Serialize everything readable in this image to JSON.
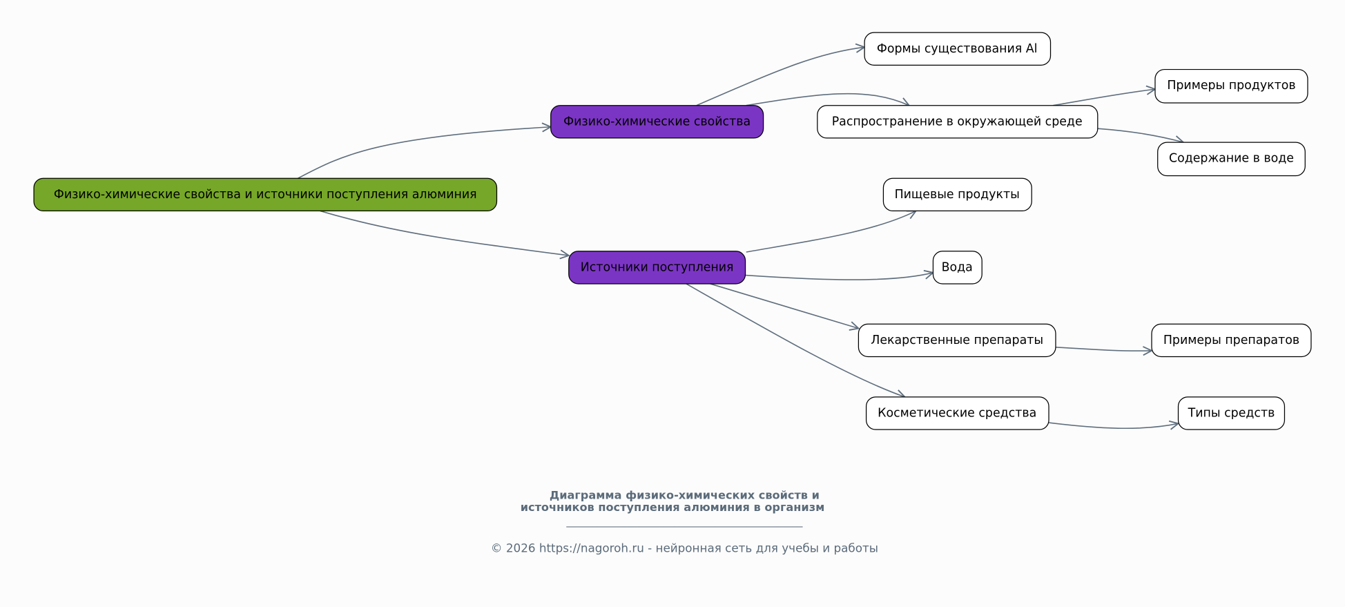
{
  "diagram": {
    "colors": {
      "root": "#76a728",
      "branch": "#7b35c4",
      "leaf": "#ffffff",
      "edge": "#5f6e7d"
    },
    "root": "Физико-химические свойства и источники поступления алюминия",
    "phys": "Физико-химические свойства",
    "sources": "Источники поступления",
    "forms": "Формы существования Al",
    "distribution": "Распространение в окружающей среде",
    "product_examples": "Примеры продуктов",
    "water_content": "Содержание в воде",
    "food": "Пищевые продукты",
    "water": "Вода",
    "drugs": "Лекарственные препараты",
    "drug_examples": "Примеры препаратов",
    "cosmetics": "Косметические средства",
    "cosmetic_types": "Типы средств"
  },
  "footer": {
    "title_line1": "Диаграмма физико-химических свойств и",
    "title_line2": "источников поступления алюминия в организм",
    "separator": "______________________________________________",
    "copyright": "© 2026 https://nagoroh.ru - нейронная сеть для учебы и работы"
  }
}
